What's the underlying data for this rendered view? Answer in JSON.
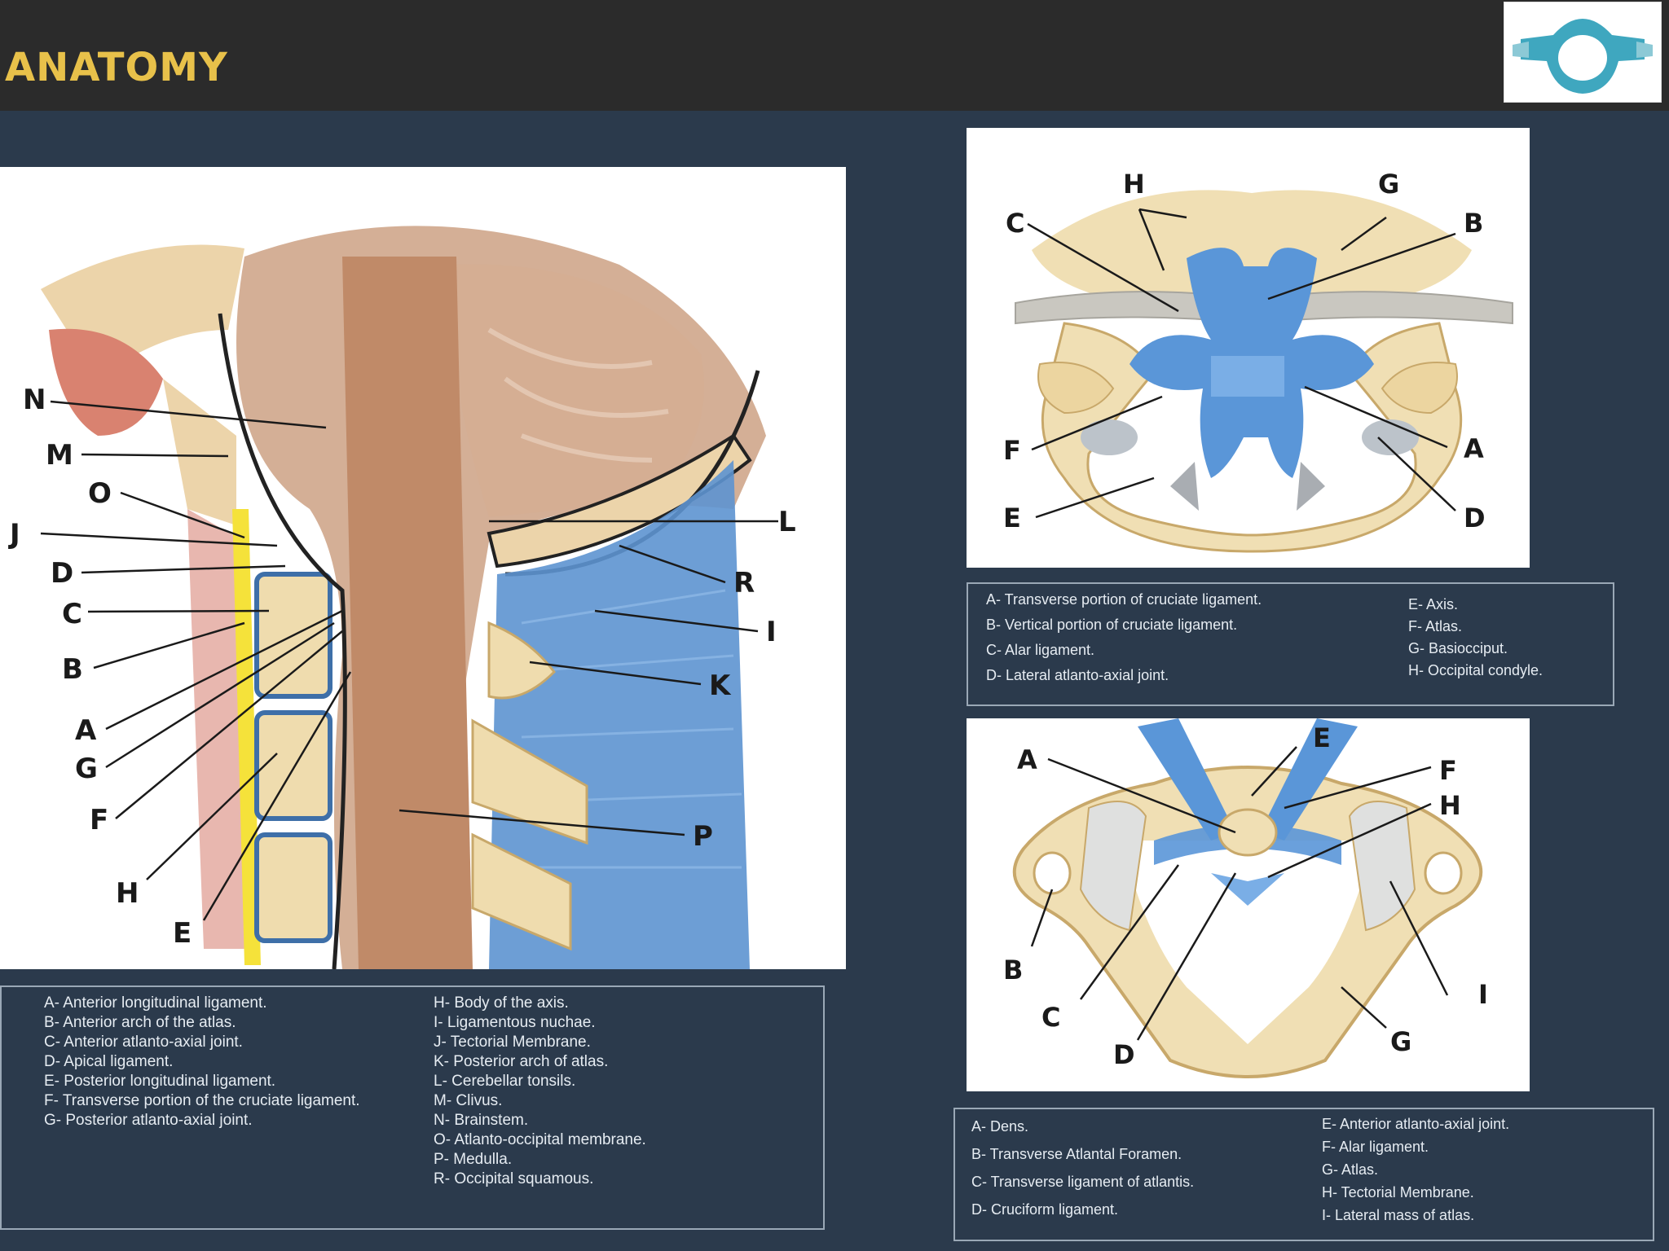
{
  "header": {
    "title": "ANATOMY"
  },
  "sagittal": {
    "labels": [
      "N",
      "M",
      "O",
      "J",
      "D",
      "C",
      "B",
      "A",
      "G",
      "F",
      "H",
      "E",
      "L",
      "R",
      "I",
      "K",
      "P"
    ],
    "legend_left": [
      "A- Anterior longitudinal ligament.",
      "B- Anterior arch of the atlas.",
      "C- Anterior atlanto-axial joint.",
      "D- Apical ligament.",
      "E- Posterior longitudinal ligament.",
      "F- Transverse portion of the cruciate ligament.",
      "G- Posterior atlanto-axial joint."
    ],
    "legend_right": [
      "H- Body of the axis.",
      "I- Ligamentous nuchae.",
      "J- Tectorial Membrane.",
      "K- Posterior arch of atlas.",
      "L- Cerebellar tonsils.",
      "M- Clivus.",
      "N- Brainstem.",
      "O- Atlanto-occipital membrane.",
      "P- Medulla.",
      "R- Occipital squamous."
    ]
  },
  "posterior": {
    "labels": [
      "H",
      "G",
      "C",
      "B",
      "F",
      "A",
      "E",
      "D"
    ],
    "legend_left": [
      "A- Transverse portion of cruciate ligament.",
      "B- Vertical portion of cruciate ligament.",
      "C- Alar ligament.",
      "D- Lateral atlanto-axial joint."
    ],
    "legend_right": [
      "E- Axis.",
      "F- Atlas.",
      "G- Basiocciput.",
      "H- Occipital condyle."
    ]
  },
  "superior": {
    "labels": [
      "A",
      "E",
      "F",
      "H",
      "B",
      "C",
      "D",
      "I",
      "G"
    ],
    "legend_left": [
      "A- Dens.",
      "B- Transverse Atlantal Foramen.",
      "C- Transverse ligament of atlantis.",
      "D- Cruciform ligament."
    ],
    "legend_right": [
      "E- Anterior atlanto-axial joint.",
      "F- Alar ligament.",
      "G- Atlas.",
      "H- Tectorial Membrane.",
      "I- Lateral mass of atlas."
    ]
  },
  "colors": {
    "ligament": "#5a96d8",
    "bone": "#efdcae",
    "bone_edge": "#c8a86a",
    "tissue": "#c9946e"
  }
}
